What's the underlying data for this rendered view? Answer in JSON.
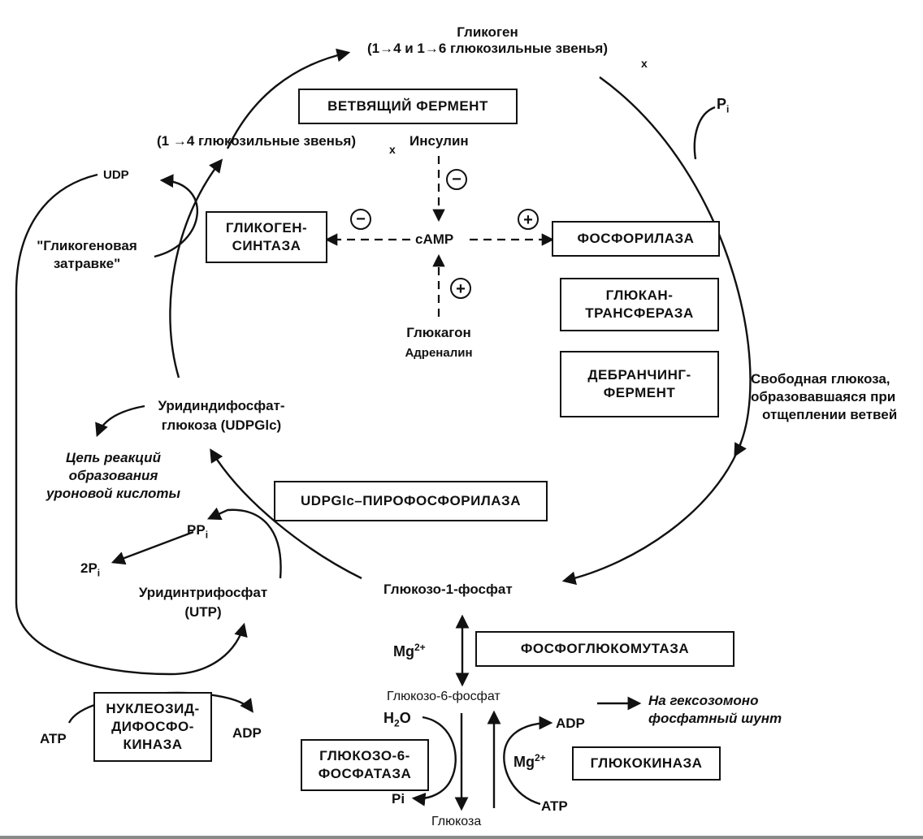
{
  "enzymes": {
    "branching": "ВЕТВЯЩИЙ ФЕРМЕНТ",
    "glycogen_synthase": [
      "ГЛИКОГЕН-",
      "СИНТАЗА"
    ],
    "phosphorylase": "ФОСФОРИЛАЗА",
    "glucan_transferase": [
      "ГЛЮКАН-",
      "ТРАНСФЕРАЗА"
    ],
    "debranching": [
      "ДЕБРАНЧИНГ-",
      "ФЕРМЕНТ"
    ],
    "udpglc_pyrophosphorylase": "UDPGlc–ПИРОФОСФОРИЛАЗА",
    "phosphoglucomutase": "ФОСФОГЛЮКОМУТАЗА",
    "ndp_kinase": [
      "НУКЛЕОЗИД-",
      "ДИФОСФО-",
      "КИНАЗА"
    ],
    "g6_phosphatase": [
      "ГЛЮКОЗО-6-",
      "ФОСФАТАЗА"
    ],
    "glucokinase": "ГЛЮКОКИНАЗА"
  },
  "metabolites": {
    "glycogen": [
      "Гликоген",
      "(1→4 и 1→6  глюкозильные звенья)"
    ],
    "glycogen_sub": "x",
    "chain_14": "(1 →4 глюкозильные звенья)",
    "chain_14_sub": "x",
    "udp": "UDP",
    "primer": [
      "\"Гликогеновая",
      "затравке\""
    ],
    "udpglc": [
      "Уридиндифосфат-",
      "глюкоза (UDPGlc)"
    ],
    "uronic": [
      "Цепь реакций",
      "образования",
      "уроновой кислоты"
    ],
    "ppi": "PP",
    "ppi_sub": "i",
    "two_pi": "2P",
    "two_pi_sub": "i",
    "utp": [
      "Уридинтрифосфат",
      "(UTP)"
    ],
    "atp_left": "ATP",
    "adp_left": "ADP",
    "g1p": "Глюкозо-1-фосфат",
    "mg_top": "Mg",
    "mg_sup": "2+",
    "g6p": "Глюкозо-6-фосфат",
    "hexose_shunt": [
      "На гексозомоно",
      "фосфатный шунт"
    ],
    "h2o": "H",
    "h2o_sub": "2",
    "h2o_o": "O",
    "pi_bottom": "Pi",
    "glucose": "Глюкоза",
    "adp_right": "ADP",
    "atp_right": "ATP",
    "mg_bottom": "Mg",
    "pi_top": "P",
    "pi_top_sub": "i",
    "free_glucose": [
      "Свободная глюкоза,",
      "образовавшаяся при",
      "отщеплении ветвей"
    ]
  },
  "regulation": {
    "insulin": "Инсулин",
    "camp": "cAMP",
    "glucagon": "Глюкагон",
    "adrenaline": "Адреналин",
    "minus": "−",
    "plus": "+"
  }
}
